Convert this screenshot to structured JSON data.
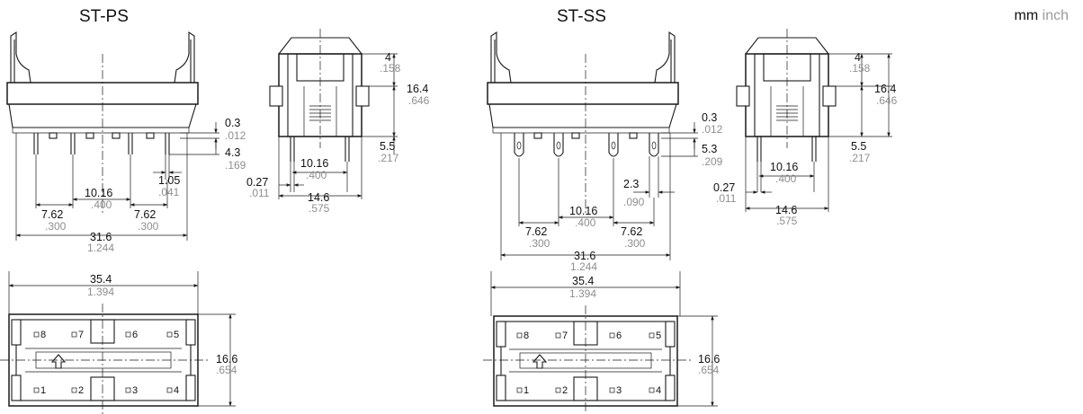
{
  "titles": {
    "left": "ST-PS",
    "right": "ST-SS"
  },
  "units": {
    "mm": "mm",
    "inch": "inch"
  },
  "ps_front": {
    "d03": {
      "mm": "0.3",
      "in": ".012"
    },
    "d43": {
      "mm": "4.3",
      "in": ".169"
    },
    "d105": {
      "mm": "1.05",
      "in": ".041"
    },
    "d1016": {
      "mm": "10.16",
      "in": ".400"
    },
    "d762a": {
      "mm": "7.62",
      "in": ".300"
    },
    "d762b": {
      "mm": "7.62",
      "in": ".300"
    },
    "d316": {
      "mm": "31.6",
      "in": "1.244"
    }
  },
  "ps_side": {
    "d4": {
      "mm": "4",
      "in": ".158"
    },
    "d164": {
      "mm": "16.4",
      "in": ".646"
    },
    "d55": {
      "mm": "5.5",
      "in": ".217"
    },
    "d027": {
      "mm": "0.27",
      "in": ".011"
    },
    "d1016": {
      "mm": "10.16",
      "in": ".400"
    },
    "d146": {
      "mm": "14.6",
      "in": ".575"
    }
  },
  "ps_top": {
    "d354": {
      "mm": "35.4",
      "in": "1.394"
    },
    "d166": {
      "mm": "16.6",
      "in": ".654"
    }
  },
  "ss_front": {
    "d03": {
      "mm": "0.3",
      "in": ".012"
    },
    "d53": {
      "mm": "5.3",
      "in": ".209"
    },
    "d23": {
      "mm": "2.3",
      "in": ".090"
    },
    "d1016": {
      "mm": "10.16",
      "in": ".400"
    },
    "d762a": {
      "mm": "7.62",
      "in": ".300"
    },
    "d762b": {
      "mm": "7.62",
      "in": ".300"
    },
    "d316": {
      "mm": "31.6",
      "in": "1.244"
    }
  },
  "ss_side": {
    "d4": {
      "mm": "4",
      "in": ".158"
    },
    "d164": {
      "mm": "16.4",
      "in": ".646"
    },
    "d55": {
      "mm": "5.5",
      "in": ".217"
    },
    "d027": {
      "mm": "0.27",
      "in": ".011"
    },
    "d1016": {
      "mm": "10.16",
      "in": ".400"
    },
    "d146": {
      "mm": "14.6",
      "in": ".575"
    }
  },
  "ss_top": {
    "d354": {
      "mm": "35.4",
      "in": "1.394"
    },
    "d166": {
      "mm": "16.6",
      "in": ".654"
    }
  },
  "pins": {
    "p1": "1",
    "p2": "2",
    "p3": "3",
    "p4": "4",
    "p5": "5",
    "p6": "6",
    "p7": "7",
    "p8": "8"
  }
}
